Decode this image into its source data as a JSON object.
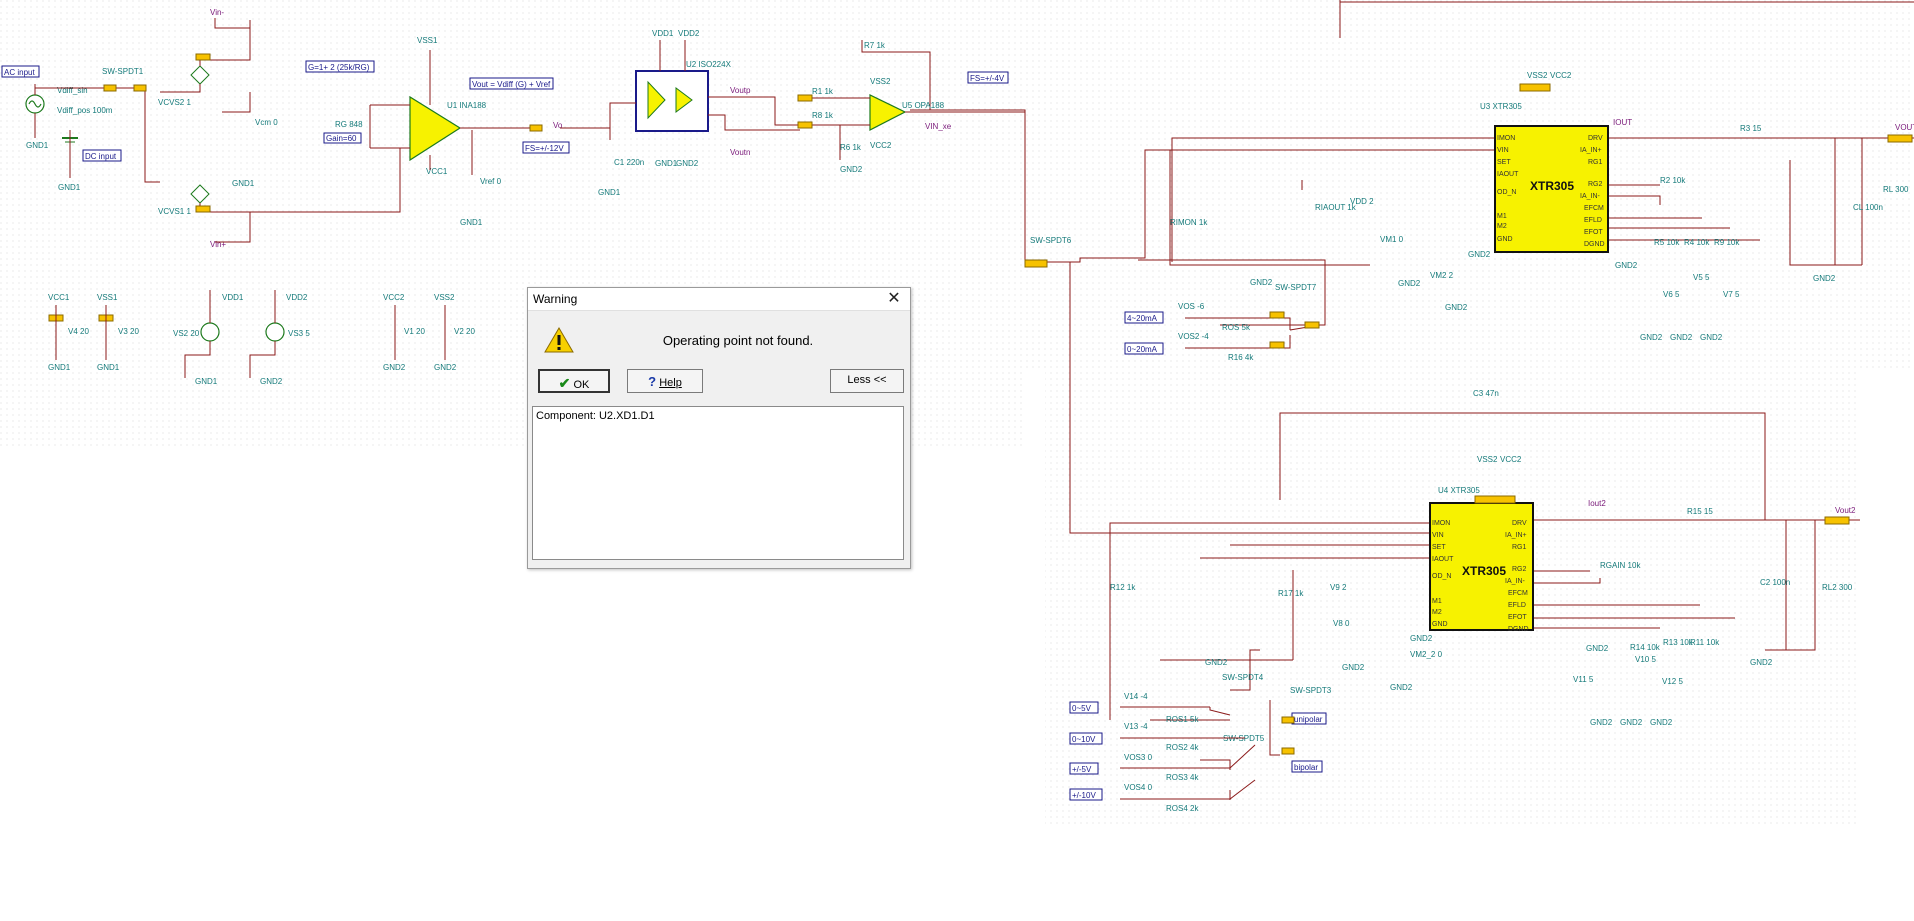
{
  "schematic": {
    "labels": {
      "ac_input": "AC input",
      "dc_input": "DC input",
      "vdiff_sin": "Vdiff_sin",
      "vdiff_pos": "Vdiff_pos 100m",
      "sw_spdt1": "SW-SPDT1",
      "vcvs2": "VCVS2 1",
      "vcvs1": "VCVS1 1",
      "vin_minus": "Vin-",
      "vin_plus": "Vin+",
      "vcm": "Vcm 0",
      "gain_formula": "G=1+ 2 (25k/RG)",
      "rg": "RG 848",
      "gain": "Gain=60",
      "u1": "U1 INA188",
      "vss1": "VSS1",
      "vcc1": "VCC1",
      "vref": "Vref 0",
      "vout_formula": "Vout = Vdiff (G) + Vref",
      "vo": "Vo",
      "fs12": "FS=+/-12V",
      "vdd1": "VDD1",
      "vdd2": "VDD2",
      "u2": "U2 ISO224X",
      "c1": "C1 220n",
      "voutp": "Voutp",
      "voutn": "Voutn",
      "r7": "R7 1k",
      "r1": "R1 1k",
      "r8": "R8 1k",
      "r6": "R6 1k",
      "vss2": "VSS2",
      "vcc2": "VCC2",
      "u5": "U5 OPA188",
      "fs4": "FS=+/-4V",
      "vin_xe": "VIN_xe",
      "u3": "U3 XTR305",
      "u4": "U4 XTR305",
      "xtr305": "XTR305",
      "iout": "IOUT",
      "iout2": "Iout2",
      "vout": "VOUT",
      "vout2": "Vout2",
      "r3": "R3 15",
      "r15": "R15 15",
      "cl": "CL 100n",
      "c2": "C2 100n",
      "rl": "RL 300",
      "rl2": "RL2 300",
      "r2": "R2 10k",
      "rgain": "RGAIN 10k",
      "r5": "R5 10k",
      "r4": "R4 10k",
      "r9": "R9 10k",
      "r14": "R14 10k",
      "r13": "R13 10k",
      "r11": "R11 10k",
      "v6": "V6 5",
      "v5": "V5 5",
      "v7": "V7 5",
      "v11": "V11 5",
      "v10": "V10 5",
      "v12": "V12 5",
      "rimon": "RIMON 1k",
      "riaout": "RIAOUT 1k",
      "r12": "R12 1k",
      "r17": "R17 1k",
      "vdd_2": "VDD 2",
      "vm1": "VM1 0",
      "vm2": "VM2 2",
      "vm2_2": "VM2_2 0",
      "v9": "V9 2",
      "v8": "V8 0",
      "sw_spdt6": "SW-SPDT6",
      "sw_spdt7": "SW-SPDT7",
      "sw_spdt4": "SW-SPDT4",
      "sw_spdt3": "SW-SPDT3",
      "sw_spdt5": "SW-SPDT5",
      "vos6": "VOS -6",
      "vos2": "VOS2 -4",
      "ros": "ROS 5k",
      "r16": "R16 4k",
      "ma_4_20": "4~20mA",
      "ma_0_20": "0~20mA",
      "v14": "V14 -4",
      "v13": "V13 -4",
      "vos3": "VOS3 0",
      "vos4": "VOS4 0",
      "ros1": "ROS1 5k",
      "ros2": "ROS2 4k",
      "ros3": "ROS3 4k",
      "ros4": "ROS4 2k",
      "r0_5v": "0~5V",
      "r0_10v": "0~10V",
      "pm5v": "+/-5V",
      "pm10v": "+/-10V",
      "unipolar": "unipolar",
      "bipolar": "bipolar",
      "c3": "C3 47n",
      "gnd1": "GND1",
      "gnd2": "GND2",
      "v4": "V4 20",
      "v3": "V3 20",
      "vs2": "VS2 20",
      "vs3": "VS3 5",
      "v1": "V1 20",
      "v2": "V2 20",
      "vcc1s": "VCC1",
      "vss1s": "VSS1",
      "vdd1s": "VDD1",
      "vdd2s": "VDD2",
      "vcc2s": "VCC2",
      "vss2s": "VSS2"
    },
    "xtr_pins_left": [
      "IMON",
      "VIN",
      "SET",
      "IAOUT",
      "OD_N",
      "M1",
      "M2",
      "GND"
    ],
    "xtr_pins_right": [
      "DRV",
      "IA_IN+",
      "RG1",
      "RG2",
      "IA_IN-",
      "EFCM",
      "EFLD",
      "EFOT",
      "DGND"
    ]
  },
  "dialog": {
    "title": "Warning",
    "message": "Operating point not found.",
    "ok_label": "OK",
    "help_label": "Help",
    "less_label": "Less <<",
    "details": "Component: U2.XD1.D1"
  }
}
